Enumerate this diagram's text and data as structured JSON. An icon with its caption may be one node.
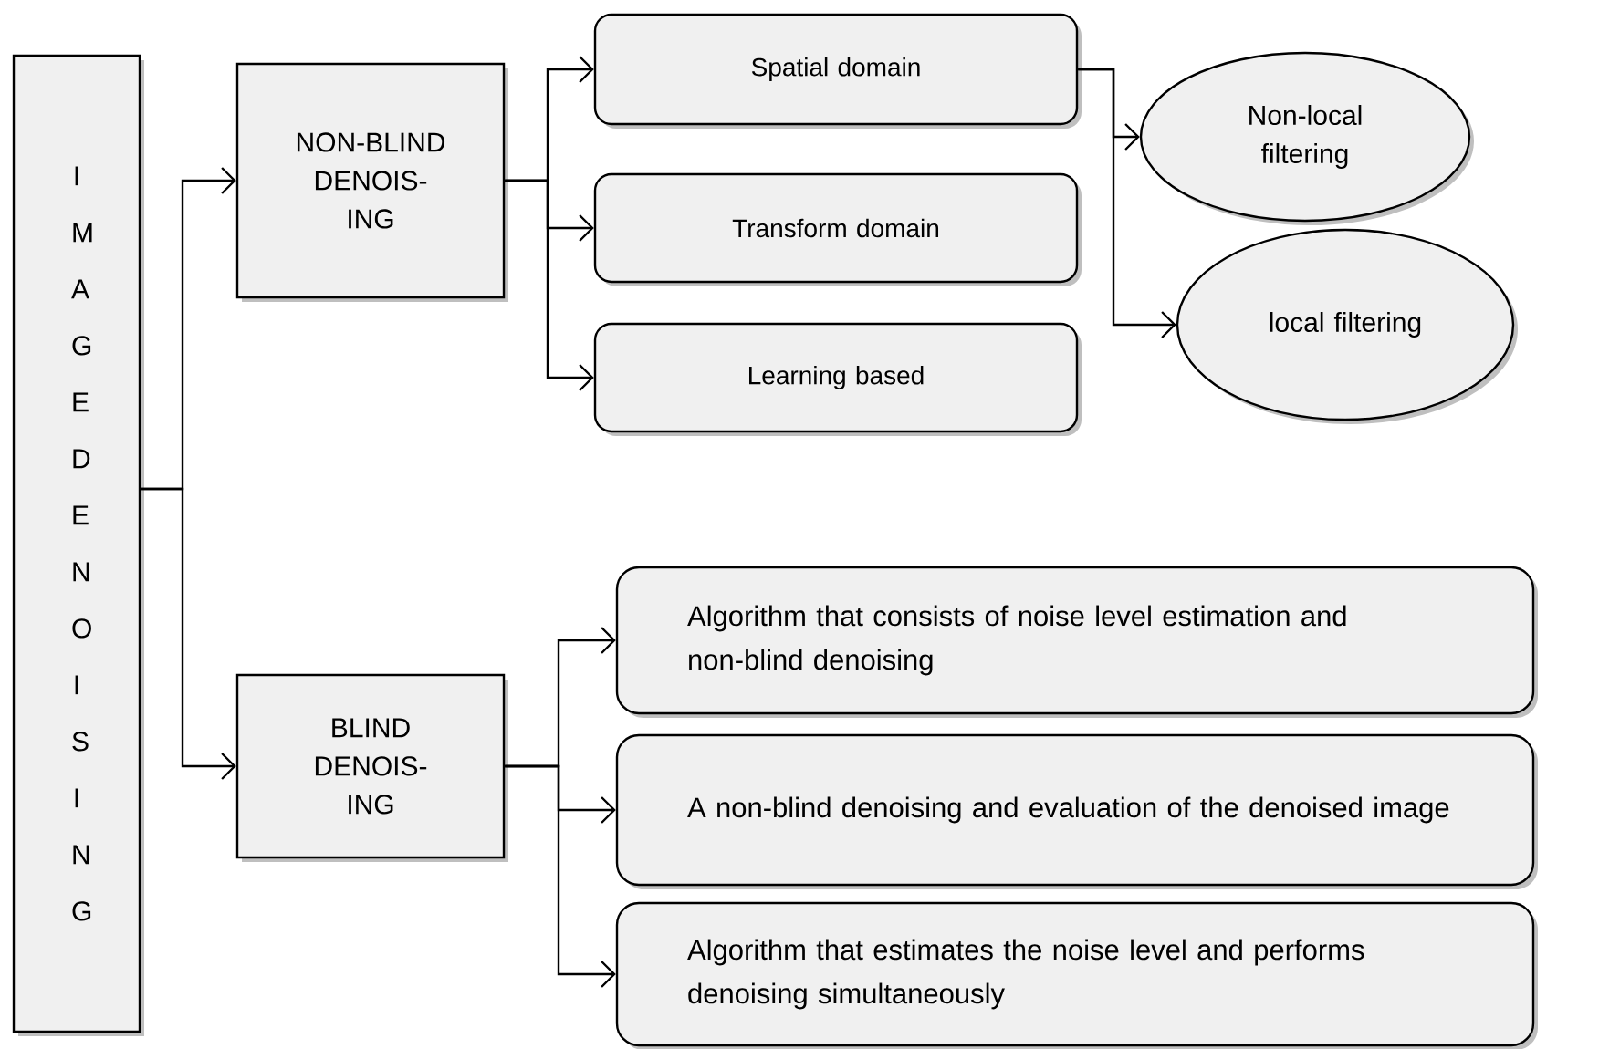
{
  "diagram": {
    "nodes": [
      {
        "text": [
          "I M A G E D E N O I S I N G"
        ]
      },
      {
        "text": [
          "NON-BLIND DENOIS- ING"
        ]
      },
      {
        "text": [
          "Spatial domain"
        ]
      },
      {
        "text": [
          "Transform domain"
        ]
      },
      {
        "text": [
          "Learning based"
        ]
      },
      {
        "text": [
          "Non-local filtering"
        ]
      },
      {
        "text": [
          "local filtering"
        ]
      },
      {
        "text": [
          "BLIND DENOIS- ING"
        ]
      },
      {
        "text": [
          "Algorithm that consists of noise level estimation and non-blind denoising"
        ]
      },
      {
        "text": [
          "A non-blind denoising and evaluation of the denoised image"
        ]
      },
      {
        "text": [
          "Algorithm that estimates the noise level and performs denoising simultaneously"
        ]
      }
    ],
    "edges": [
      {
        "from": 0,
        "to": 1,
        "arrow": "to"
      },
      {
        "from": 0,
        "to": 7,
        "arrow": "to"
      },
      {
        "from": 1,
        "to": 2,
        "arrow": "to"
      },
      {
        "from": 1,
        "to": 3,
        "arrow": "to"
      },
      {
        "from": 1,
        "to": 4,
        "arrow": "to"
      },
      {
        "from": 2,
        "to": 5,
        "arrow": "to"
      },
      {
        "from": 2,
        "to": 6,
        "arrow": "to"
      },
      {
        "from": 7,
        "to": 8,
        "arrow": "to"
      },
      {
        "from": 7,
        "to": 9,
        "arrow": "to"
      },
      {
        "from": 7,
        "to": 10,
        "arrow": "to"
      }
    ]
  }
}
